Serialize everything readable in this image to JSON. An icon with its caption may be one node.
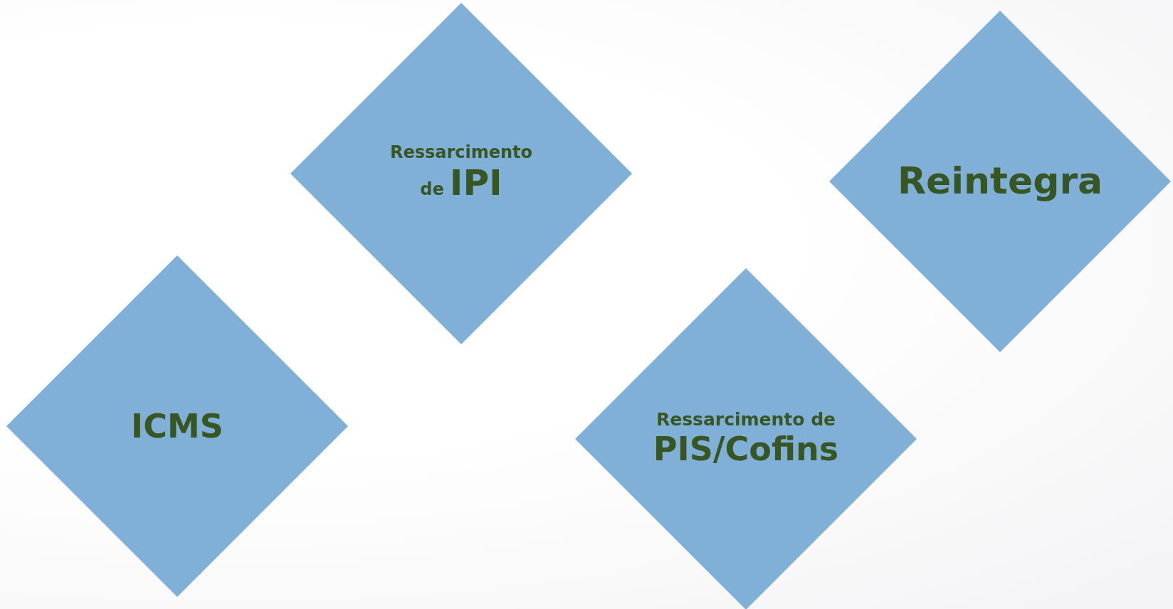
{
  "diagram": {
    "nodes": [
      {
        "text": [
          "Ressarcimento de",
          "IPI"
        ]
      },
      {
        "text": [
          "Reintegra"
        ]
      },
      {
        "text": [
          "ICMS"
        ]
      },
      {
        "text": [
          "Ressarcimento de",
          "PIS/Cofins"
        ]
      }
    ]
  }
}
